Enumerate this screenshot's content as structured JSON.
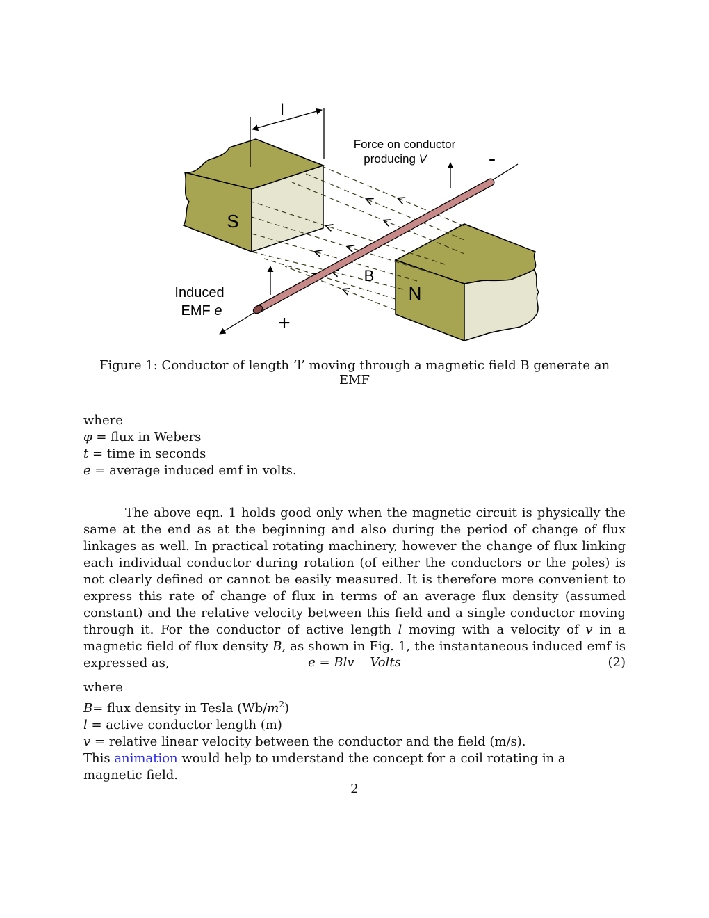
{
  "figure": {
    "label_l": "l",
    "label_force_line1": "Force on conductor",
    "label_force_line2": "producing",
    "label_force_var": "V",
    "label_minus": "-",
    "label_plus": "+",
    "label_s": "S",
    "label_n": "N",
    "label_b": "B",
    "label_induced_line1": "Induced",
    "label_induced_line2": "EMF",
    "label_induced_var": "e",
    "colors": {
      "magnet_olive": "#a8a552",
      "pole_face": "#e6e5cf",
      "conductor": "#c88a88",
      "field_line": "#3a3a1a"
    }
  },
  "caption": "Figure 1: Conductor of length ‘l’ moving through a magnetic field B generate an EMF",
  "defs1": {
    "where": "where",
    "phi_sym": "φ",
    "phi_text": " = flux in Webers",
    "t_sym": "t",
    "t_text": " = time in seconds",
    "e_sym": "e",
    "e_text": " = average induced emf in volts."
  },
  "paragraph": {
    "part1": "The above eqn. 1 holds good only when the magnetic circuit is physically the same at the end as at the beginning and also during the period of change of flux linkages as well. In practical rotating machinery, however the change of flux linking each individual conductor during rotation (of either the conductors or the poles) is not clearly defined or cannot be easily measured. It is therefore more convenient to express this rate of change of flux in terms of an average flux density (assumed constant) and the relative velocity between this field and a single conductor moving through it. For the conductor of active length ",
    "sym_l": "l",
    "part2": " moving with a velocity of ",
    "sym_v": "v",
    "part3": " in a magnetic field of flux density ",
    "sym_B": "B",
    "part4": ", as shown in Fig. 1, the instantaneous induced emf is expressed as,"
  },
  "equation": {
    "expr": "e = Blv    Volts",
    "number": "(2)"
  },
  "defs2": {
    "where": "where",
    "B_sym": "B",
    "B_text": "= flux density in Tesla (Wb/",
    "B_unit_m": "m",
    "B_unit_exp": "2",
    "B_close": ")",
    "l_sym": "l",
    "l_text": " = active conductor length (m)",
    "v_sym": "v",
    "v_text": " = relative linear velocity between the conductor and the field (m/s).",
    "this_text": "This ",
    "link_text": "animation",
    "after_link": " would help to understand the concept for a coil rotating in a magnetic field."
  },
  "page_number": "2"
}
